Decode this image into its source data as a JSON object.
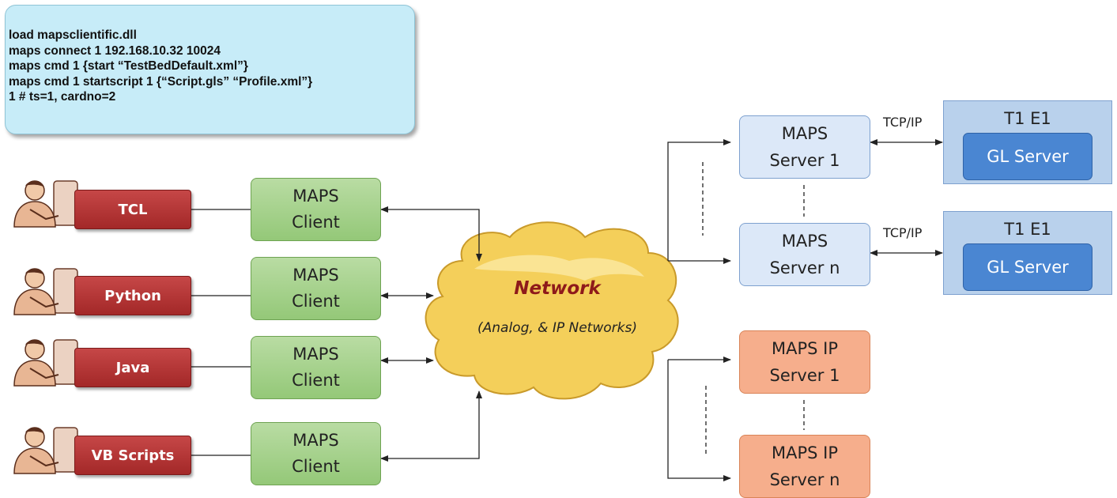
{
  "code_box": {
    "lines": [
      "load mapsclientific.dll",
      "maps connect 1 192.168.10.32 10024",
      "maps cmd 1 {start “TestBedDefault.xml”}",
      "maps cmd 1 startscript 1 {“Script.gls” “Profile.xml”}",
      "1 # ts=1, cardno=2"
    ]
  },
  "languages": [
    {
      "label": "TCL"
    },
    {
      "label": "Python"
    },
    {
      "label": "Java"
    },
    {
      "label": "VB Scripts"
    }
  ],
  "clients": [
    {
      "line1": "MAPS",
      "line2": "Client"
    },
    {
      "line1": "MAPS",
      "line2": "Client"
    },
    {
      "line1": "MAPS",
      "line2": "Client"
    },
    {
      "line1": "MAPS",
      "line2": "Client"
    }
  ],
  "network": {
    "title": "Network",
    "subtitle": "(Analog, & IP Networks)"
  },
  "servers": [
    {
      "line1": "MAPS",
      "line2": "Server 1"
    },
    {
      "line1": "MAPS",
      "line2": "Server n"
    }
  ],
  "ip_servers": [
    {
      "line1": "MAPS IP",
      "line2": "Server 1"
    },
    {
      "line1": "MAPS IP",
      "line2": "Server n"
    }
  ],
  "t1_boxes": [
    {
      "title": "T1 E1",
      "inner": "GL Server",
      "link": "TCP/IP"
    },
    {
      "title": "T1 E1",
      "inner": "GL Server",
      "link": "TCP/IP"
    }
  ],
  "colors": {
    "code_bg": "#c7ecf8",
    "lang_red": "#a32828",
    "client_green": "#94c878",
    "server_blue": "#dce8f8",
    "ip_server_orange": "#f6ae8c",
    "gl_server_blue": "#4a86d2",
    "network_title": "#8e1a1a"
  }
}
